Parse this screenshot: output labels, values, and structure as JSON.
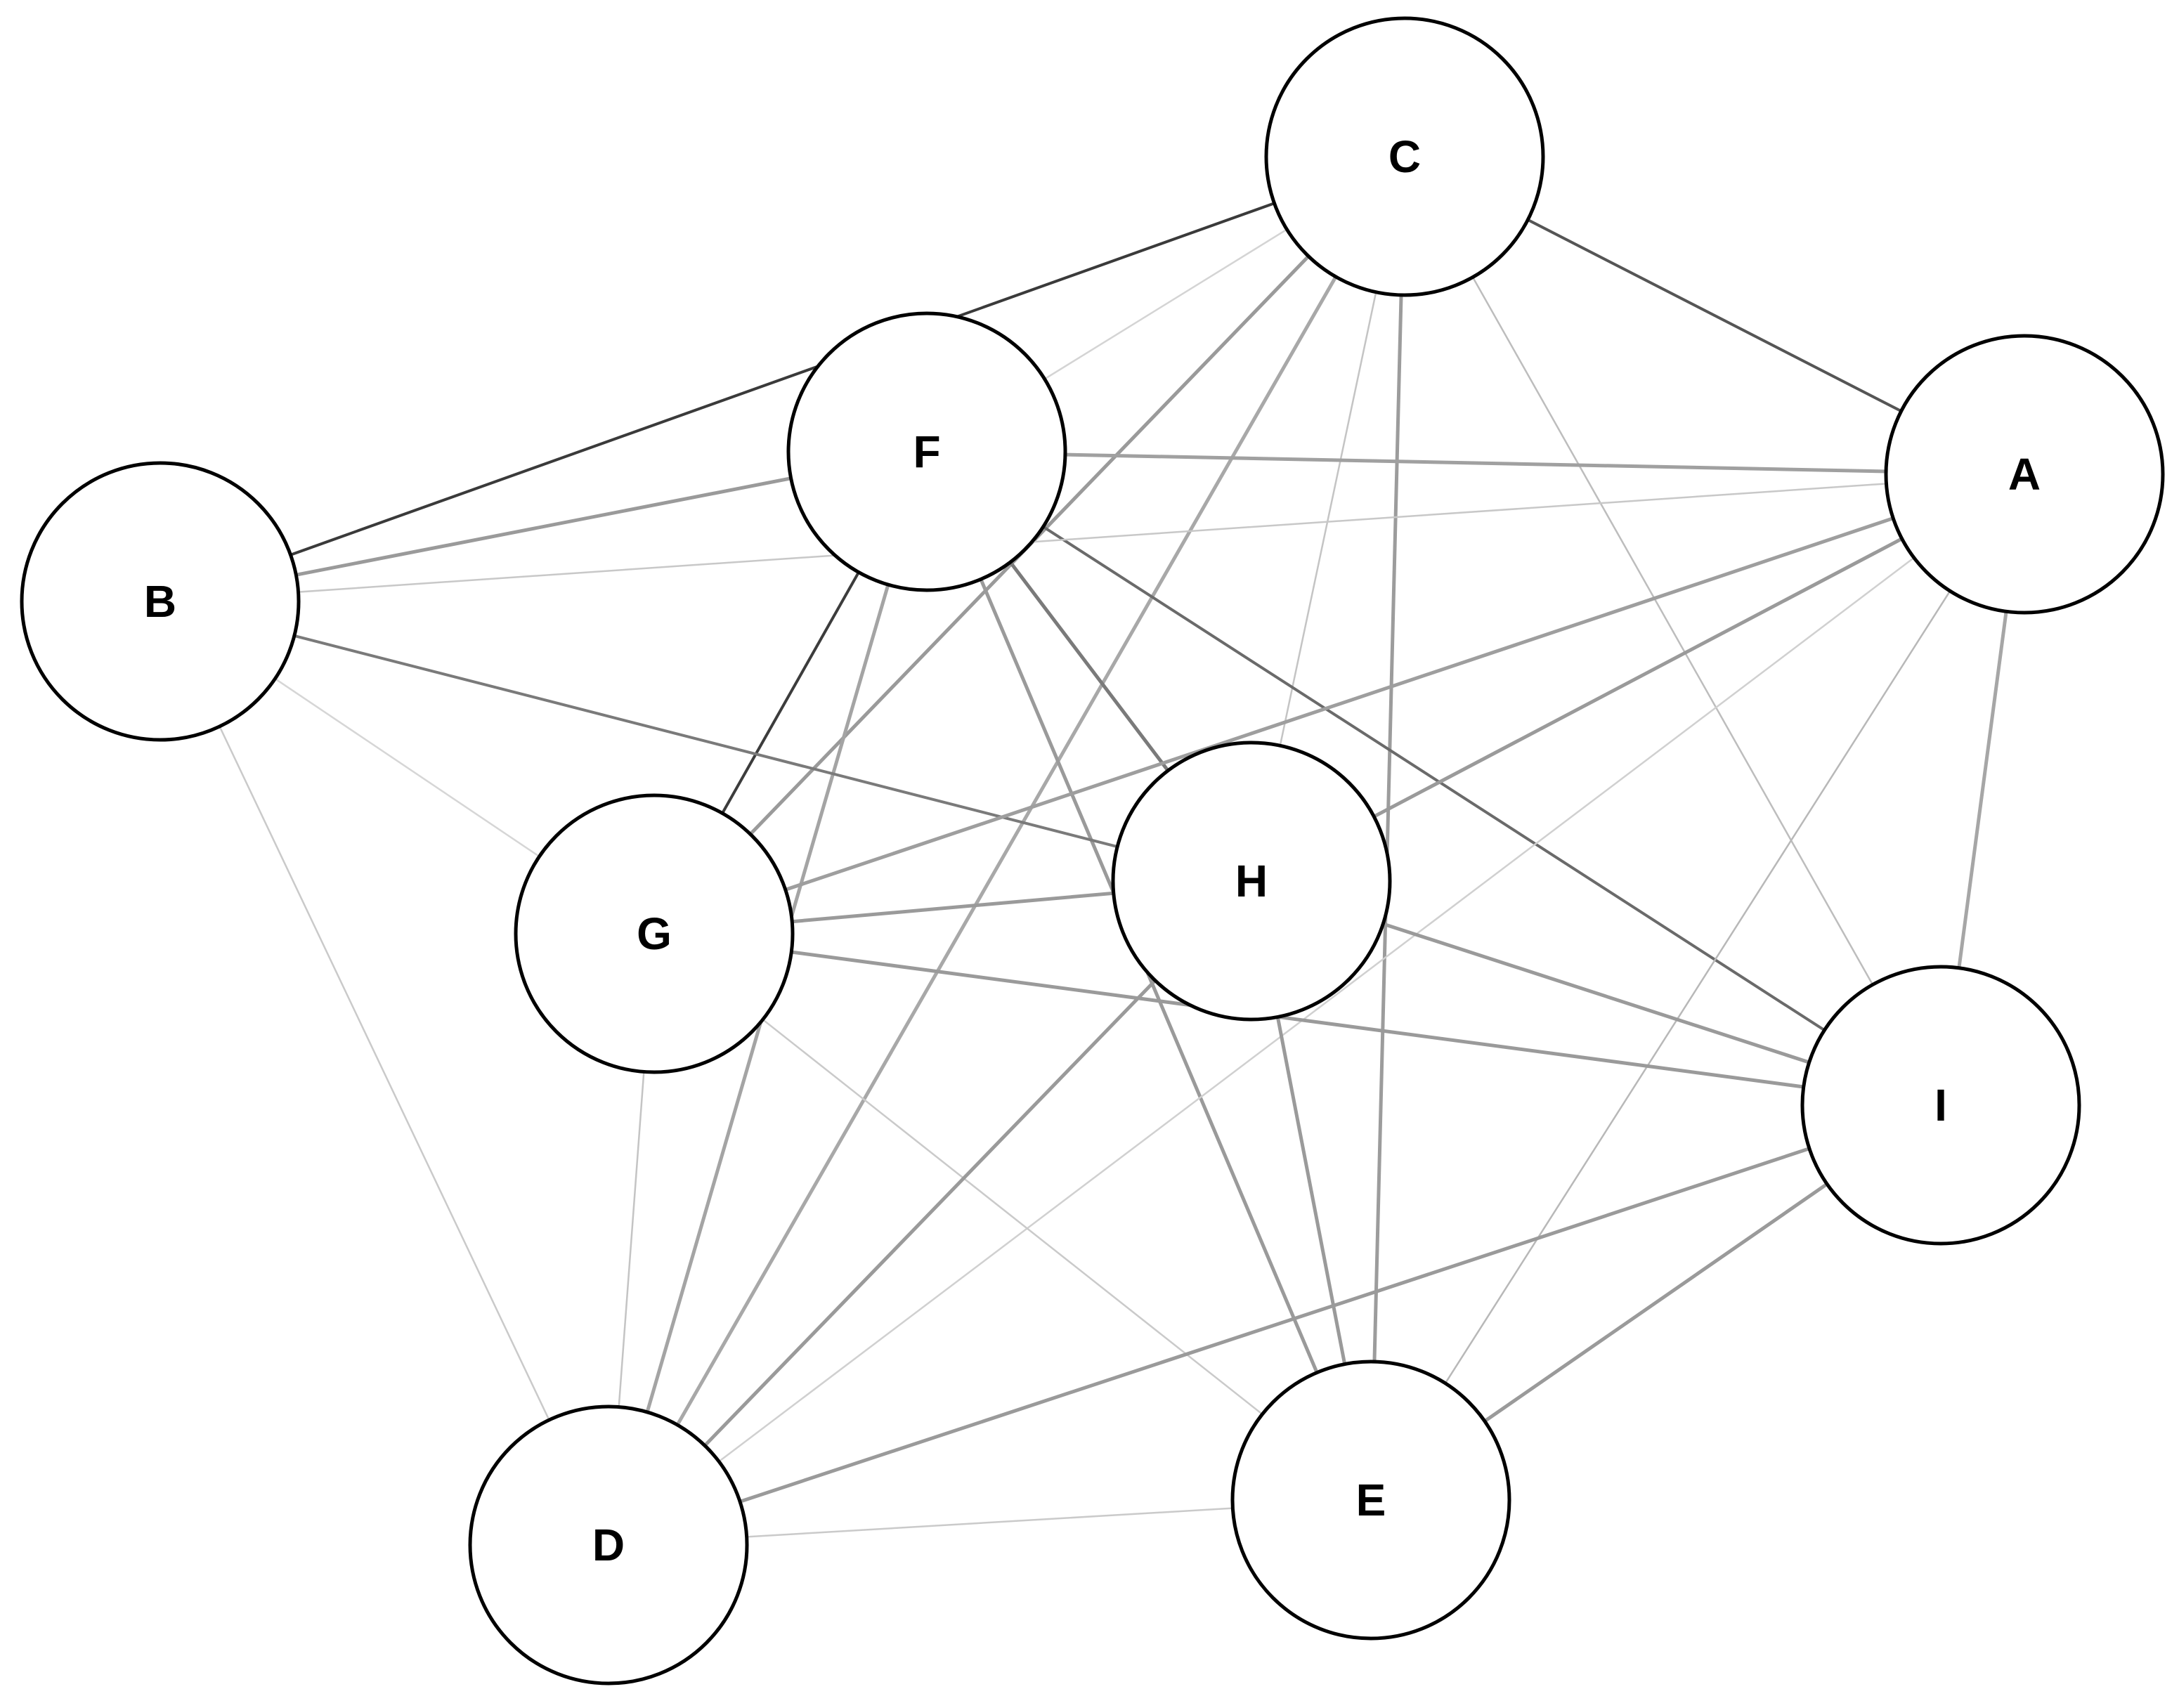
{
  "graph": {
    "nodes": [
      {
        "id": "A",
        "label": "A"
      },
      {
        "id": "B",
        "label": "B"
      },
      {
        "id": "C",
        "label": "C"
      },
      {
        "id": "D",
        "label": "D"
      },
      {
        "id": "E",
        "label": "E"
      },
      {
        "id": "F",
        "label": "F"
      },
      {
        "id": "G",
        "label": "G"
      },
      {
        "id": "H",
        "label": "H"
      },
      {
        "id": "I",
        "label": "I"
      }
    ],
    "edges": [
      {
        "source": "C",
        "target": "B",
        "strength": "strong",
        "color": "#3a3a3a"
      },
      {
        "source": "C",
        "target": "A",
        "strength": "strong",
        "color": "#555555"
      },
      {
        "source": "C",
        "target": "F",
        "strength": "weak",
        "color": "#d4d4d4"
      },
      {
        "source": "C",
        "target": "G",
        "strength": "medium",
        "color": "#9a9a9a"
      },
      {
        "source": "C",
        "target": "D",
        "strength": "medium",
        "color": "#a8a8a8"
      },
      {
        "source": "C",
        "target": "H",
        "strength": "weak",
        "color": "#c4c4c4"
      },
      {
        "source": "C",
        "target": "E",
        "strength": "medium",
        "color": "#9c9c9c"
      },
      {
        "source": "C",
        "target": "I",
        "strength": "weak",
        "color": "#bdbdbd"
      },
      {
        "source": "F",
        "target": "B",
        "strength": "medium",
        "color": "#9a9a9a"
      },
      {
        "source": "F",
        "target": "A",
        "strength": "medium",
        "color": "#a0a0a0"
      },
      {
        "source": "F",
        "target": "G",
        "strength": "strong",
        "color": "#3c3c3c"
      },
      {
        "source": "F",
        "target": "D",
        "strength": "medium",
        "color": "#a4a4a4"
      },
      {
        "source": "F",
        "target": "H",
        "strength": "medium",
        "color": "#7a7a7a"
      },
      {
        "source": "F",
        "target": "E",
        "strength": "medium",
        "color": "#9a9a9a"
      },
      {
        "source": "F",
        "target": "I",
        "strength": "strong",
        "color": "#6a6a6a"
      },
      {
        "source": "B",
        "target": "A",
        "strength": "weak",
        "color": "#c8c8c8"
      },
      {
        "source": "B",
        "target": "H",
        "strength": "strong",
        "color": "#7a7a7a"
      },
      {
        "source": "B",
        "target": "G",
        "strength": "weak",
        "color": "#d6d6d6"
      },
      {
        "source": "B",
        "target": "D",
        "strength": "weak",
        "color": "#cacaca"
      },
      {
        "source": "A",
        "target": "G",
        "strength": "medium",
        "color": "#9e9e9e"
      },
      {
        "source": "A",
        "target": "H",
        "strength": "medium",
        "color": "#9a9a9a"
      },
      {
        "source": "A",
        "target": "D",
        "strength": "weak",
        "color": "#d0d0d0"
      },
      {
        "source": "A",
        "target": "E",
        "strength": "weak",
        "color": "#b8b8b8"
      },
      {
        "source": "A",
        "target": "I",
        "strength": "medium",
        "color": "#a6a6a6"
      },
      {
        "source": "G",
        "target": "H",
        "strength": "medium",
        "color": "#9a9a9a"
      },
      {
        "source": "G",
        "target": "I",
        "strength": "medium",
        "color": "#9a9a9a"
      },
      {
        "source": "G",
        "target": "D",
        "strength": "weak",
        "color": "#c4c4c4"
      },
      {
        "source": "G",
        "target": "E",
        "strength": "weak",
        "color": "#cacaca"
      },
      {
        "source": "H",
        "target": "I",
        "strength": "medium",
        "color": "#9a9a9a"
      },
      {
        "source": "H",
        "target": "D",
        "strength": "medium",
        "color": "#9a9a9a"
      },
      {
        "source": "H",
        "target": "E",
        "strength": "medium",
        "color": "#9a9a9a"
      },
      {
        "source": "I",
        "target": "D",
        "strength": "medium",
        "color": "#9a9a9a"
      },
      {
        "source": "I",
        "target": "E",
        "strength": "medium",
        "color": "#9a9a9a"
      },
      {
        "source": "D",
        "target": "E",
        "strength": "weak",
        "color": "#cacaca"
      }
    ]
  }
}
